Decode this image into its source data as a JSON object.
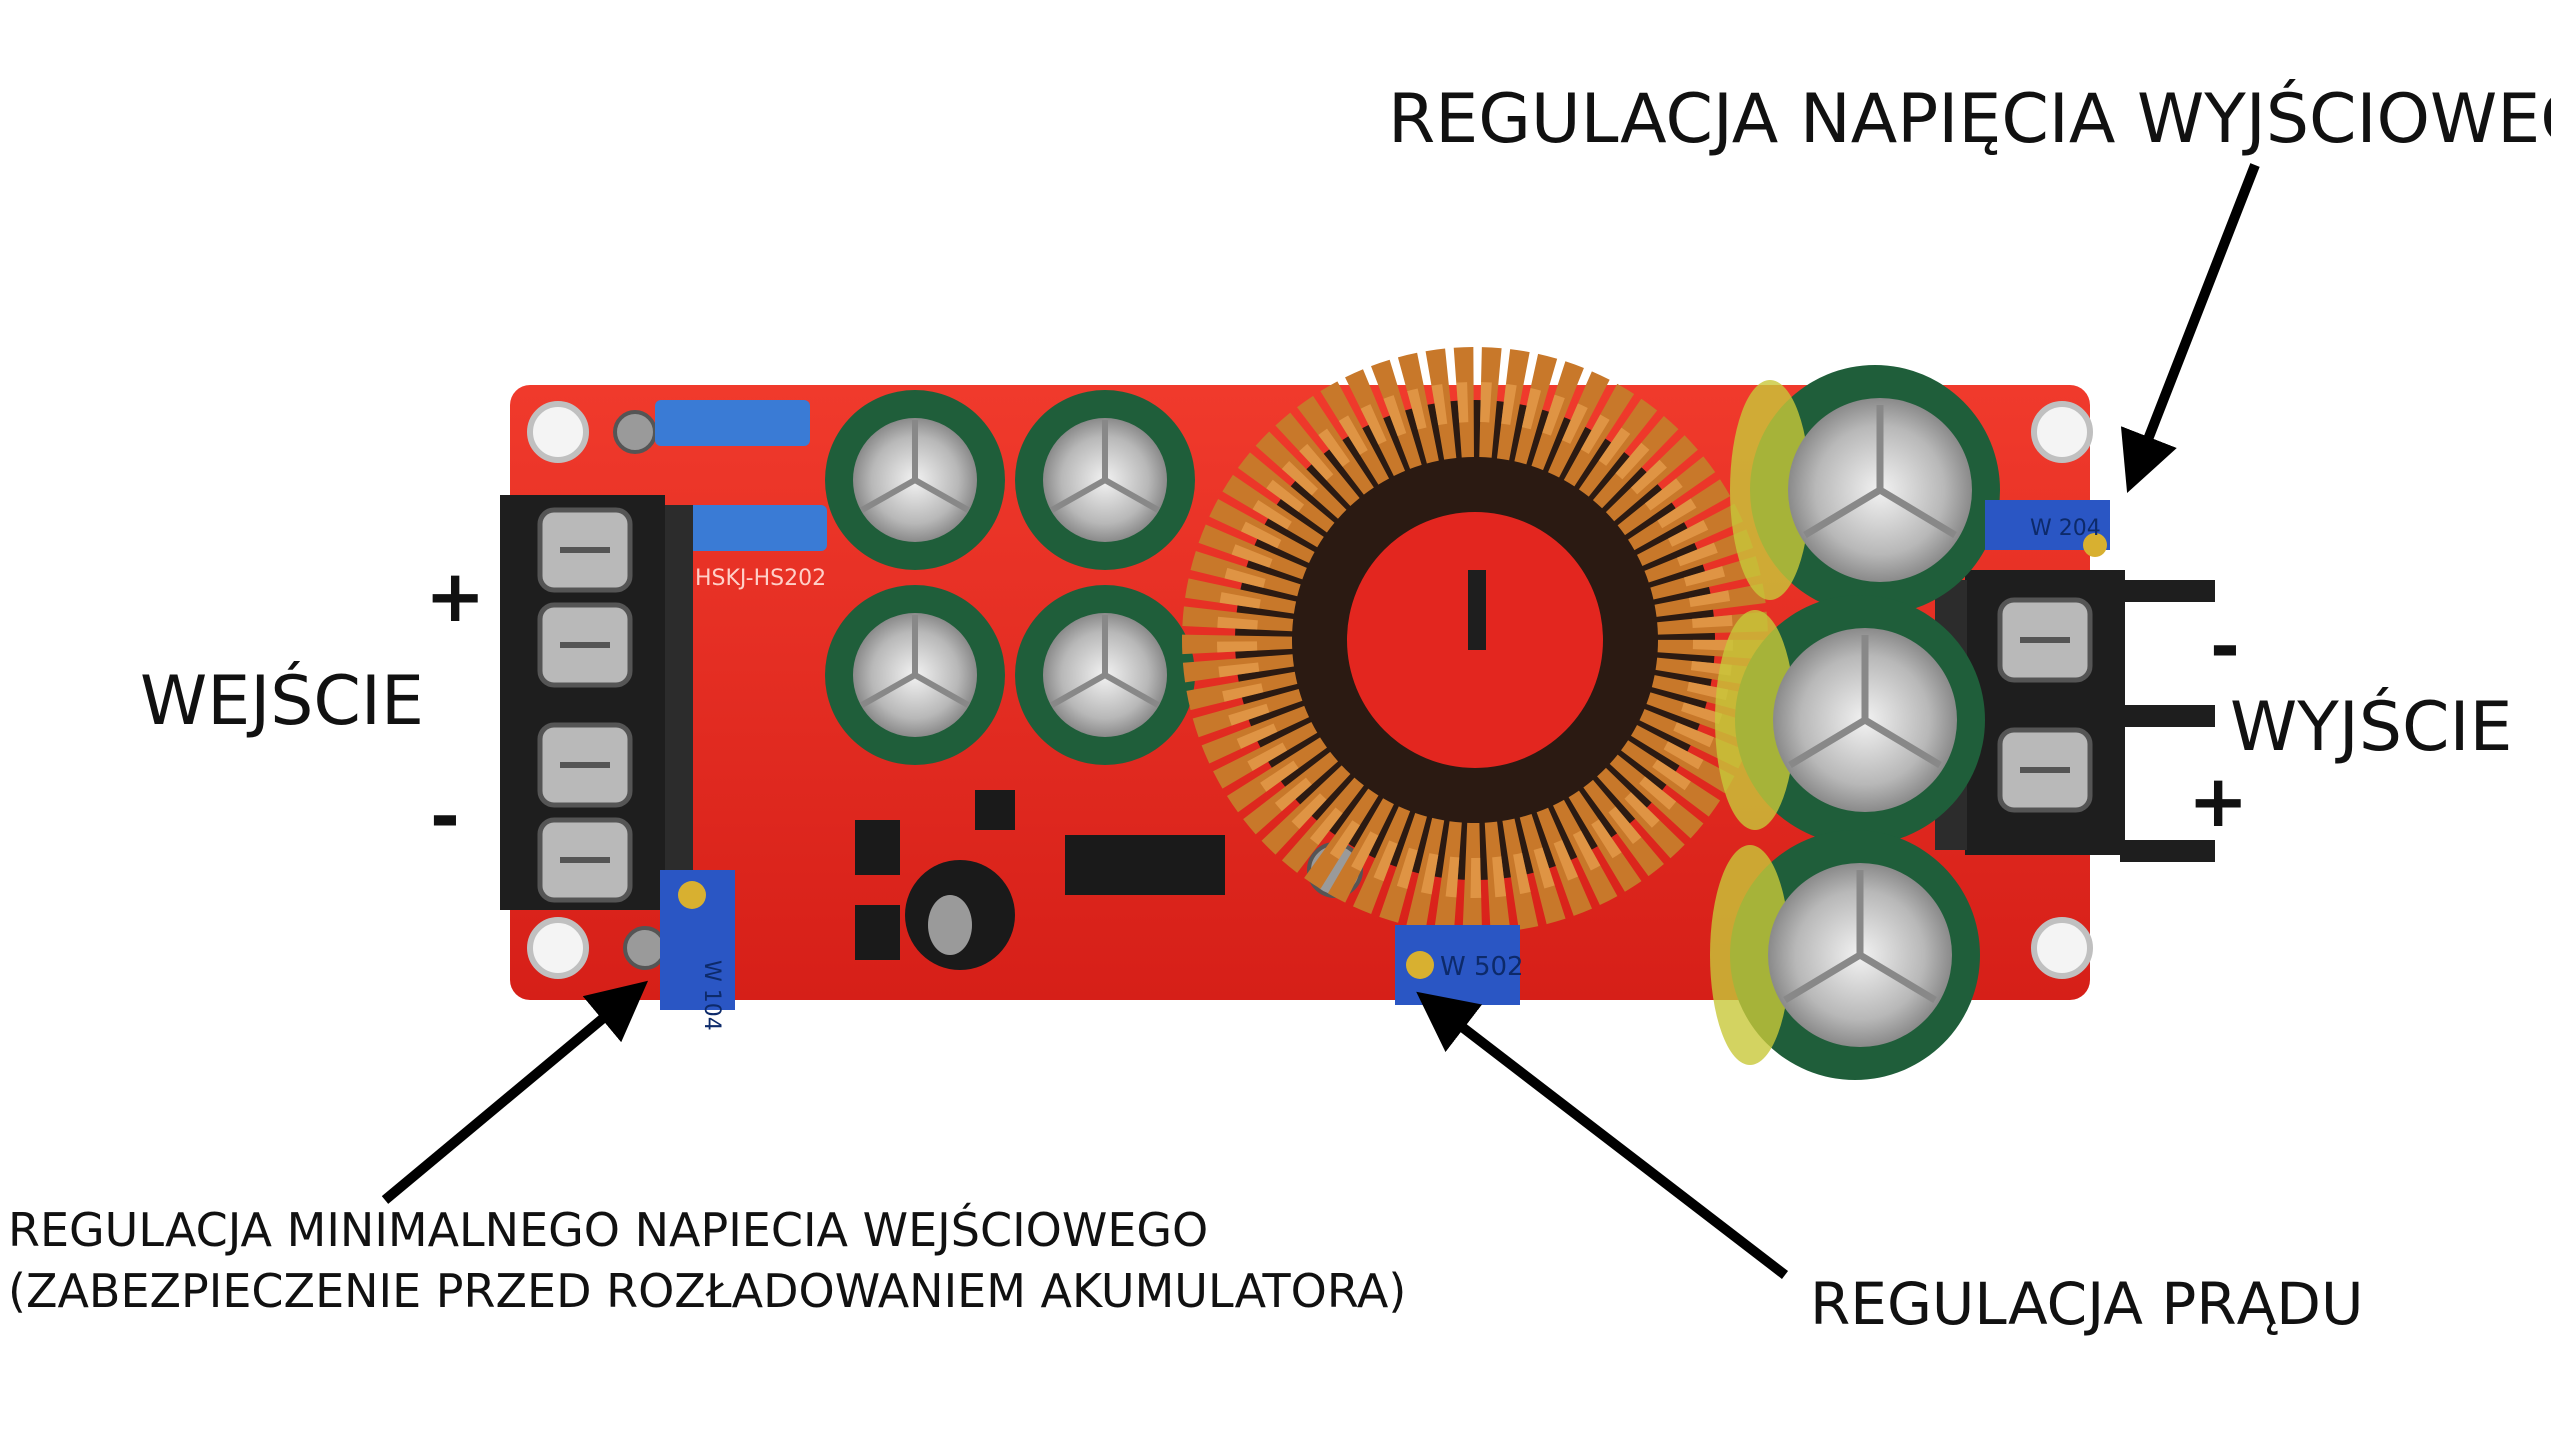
{
  "labels": {
    "output_voltage_adjust": "REGULACJA NAPIĘCIA WYJŚCIOWEGO",
    "input": "WEJŚCIE",
    "input_plus": "+",
    "input_minus": "-",
    "output": "WYJŚCIE",
    "output_minus": "-",
    "output_plus": "+",
    "min_input_voltage_line1": "REGULACJA MINIMALNEGO NAPIECIA WEJŚCIOWEGO",
    "min_input_voltage_line2": "(ZABEZPIECZENIE PRZED ROZŁADOWANIEM AKUMULATORA)",
    "current_adjust": "REGULACJA PRĄDU"
  },
  "board": {
    "silkscreen_model": "HSKJ-HS202",
    "trimmer_input": "W 104",
    "trimmer_current": "W 502",
    "trimmer_output": "W 204"
  },
  "colors": {
    "pcb": "#e3261f",
    "terminal": "#1e1e1e",
    "capacitor": "#1f5e3a",
    "capacitor_band": "#c8c83a",
    "copper": "#c8782a",
    "trimmer": "#2a56c4",
    "fuse": "#3a7bd5"
  }
}
